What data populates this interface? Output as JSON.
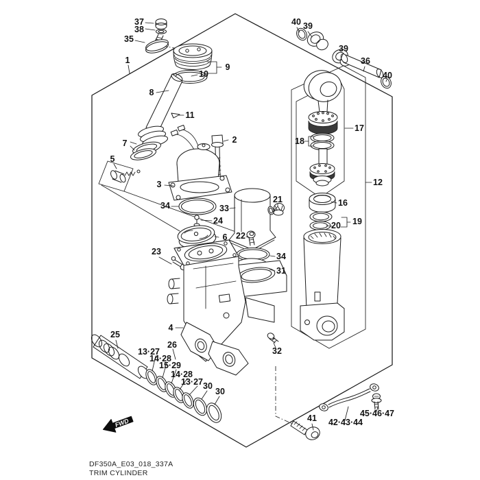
{
  "document": {
    "drawing_code": "DF350A_E03_018_337A",
    "drawing_title": "TRIM CYLINDER",
    "fwd_label": "FWD"
  },
  "callouts": {
    "c1": "1",
    "c2": "2",
    "c3": "3",
    "c4": "4",
    "c5": "5",
    "c6": "6",
    "c7": "7",
    "c8": "8",
    "c9": "9",
    "c10": "10",
    "c11": "11",
    "c12": "12",
    "c16": "16",
    "c17": "17",
    "c18": "18",
    "c19": "19",
    "c20": "20",
    "c21": "21",
    "c22": "22",
    "c23": "23",
    "c24": "24",
    "c25": "25",
    "c26": "26",
    "c30": "30",
    "c31": "31",
    "c32": "32",
    "c33": "33",
    "c34": "34",
    "c35": "35",
    "c36": "36",
    "c37": "37",
    "c38": "38",
    "c39": "39",
    "c40": "40",
    "c41": "41",
    "c13_27": "13·27",
    "c14_28": "14·28",
    "c15_29": "15·29",
    "c42_43_44": "42·43·44",
    "c45_46_47": "45·46·47"
  },
  "style": {
    "line_color": "#1a1a1a",
    "background": "#ffffff"
  }
}
